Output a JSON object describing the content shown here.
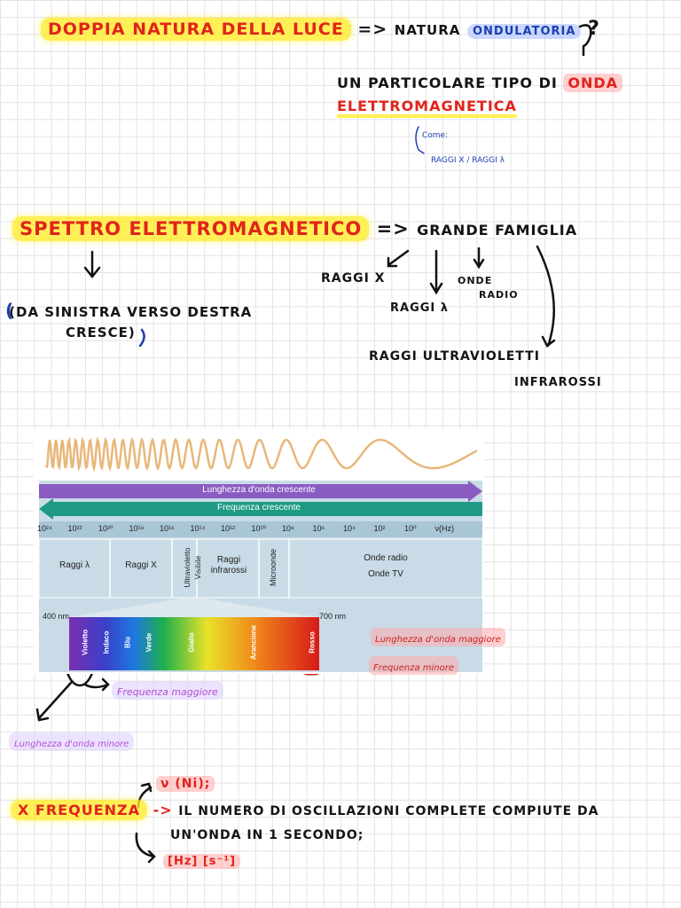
{
  "header": {
    "title_left": "DOPPIA NATURA DELLA LUCE",
    "arrow": "=>",
    "title_right_prefix": "NATURA",
    "title_right_highlight": "ONDULATORIA",
    "question": "?"
  },
  "notes": {
    "particolare_line1": "UN PARTICOLARE TIPO DI",
    "particolare_onda": "ONDA",
    "elettromagnetica": "ELETTROMAGNETICA",
    "come": "Come:",
    "raggi_examples": "RAGGI X / RAGGI λ",
    "spettro": "SPETTRO ELETTROMAGNETICO",
    "spettro_arrow": "=>",
    "grande_famiglia": "GRANDE FAMIGLIA",
    "da_sinistra_line1": "(DA SINISTRA VERSO DESTRA",
    "da_sinistra_line2": "CRESCE)",
    "family_raggi_x": "RAGGI X",
    "family_raggi_lambda": "RAGGI λ",
    "family_onde": "ONDE",
    "family_radio": "RADIO",
    "family_uv": "RAGGI ULTRAVIOLETTI",
    "family_ir": "INFRAROSSI",
    "annot_lunghezza_maggiore": "Lunghezza d'onda maggiore",
    "annot_frequenza_minore": "Frequenza minore",
    "annot_frequenza_maggiore": "Frequenza maggiore",
    "annot_lunghezza_minore": "Lunghezza d'onda minore",
    "x_frequenza": "X FREQUENZA",
    "freq_arrow": "->",
    "symbol_nu": "ν (Ni);",
    "freq_def_line1": "IL NUMERO DI OSCILLAZIONI COMPLETE COMPIUTE DA",
    "freq_def_line2": "UN'ONDA IN 1 SECONDO;",
    "units": "[Hz] [s⁻¹]"
  },
  "spectrum": {
    "bar_lunghezza": "Lunghezza d'onda crescente",
    "bar_frequenza": "Frequenza crescente",
    "ticks": [
      "10²⁴",
      "10²²",
      "10²⁰",
      "10¹⁸",
      "10¹⁶",
      "10¹⁴",
      "10¹²",
      "10¹⁰",
      "10⁸",
      "10⁶",
      "10⁴",
      "10²",
      "10⁰",
      "ν(Hz)"
    ],
    "regions": [
      "Raggi λ",
      "Raggi X",
      "Ultravioletto",
      "Visibile",
      "Raggi infrarossi",
      "Microonde",
      "Onde radio",
      "Onde TV"
    ],
    "nm_400": "400 nm",
    "nm_700": "700 nm",
    "colors": [
      "Violetto",
      "Indaco",
      "Blu",
      "Verde",
      "Giallo",
      "Arancione",
      "Rosso"
    ]
  },
  "colors": {
    "red_ink": "#e0241b",
    "blue_ink": "#1b3fb0",
    "highlight_yellow": "#ffec28",
    "purple_ink": "#b44fd1",
    "spectrum_bg": "#c8dbe6",
    "band_purple": "#8a5cc2",
    "band_teal": "#1e9a84",
    "wave_color": "#e8b77a"
  }
}
